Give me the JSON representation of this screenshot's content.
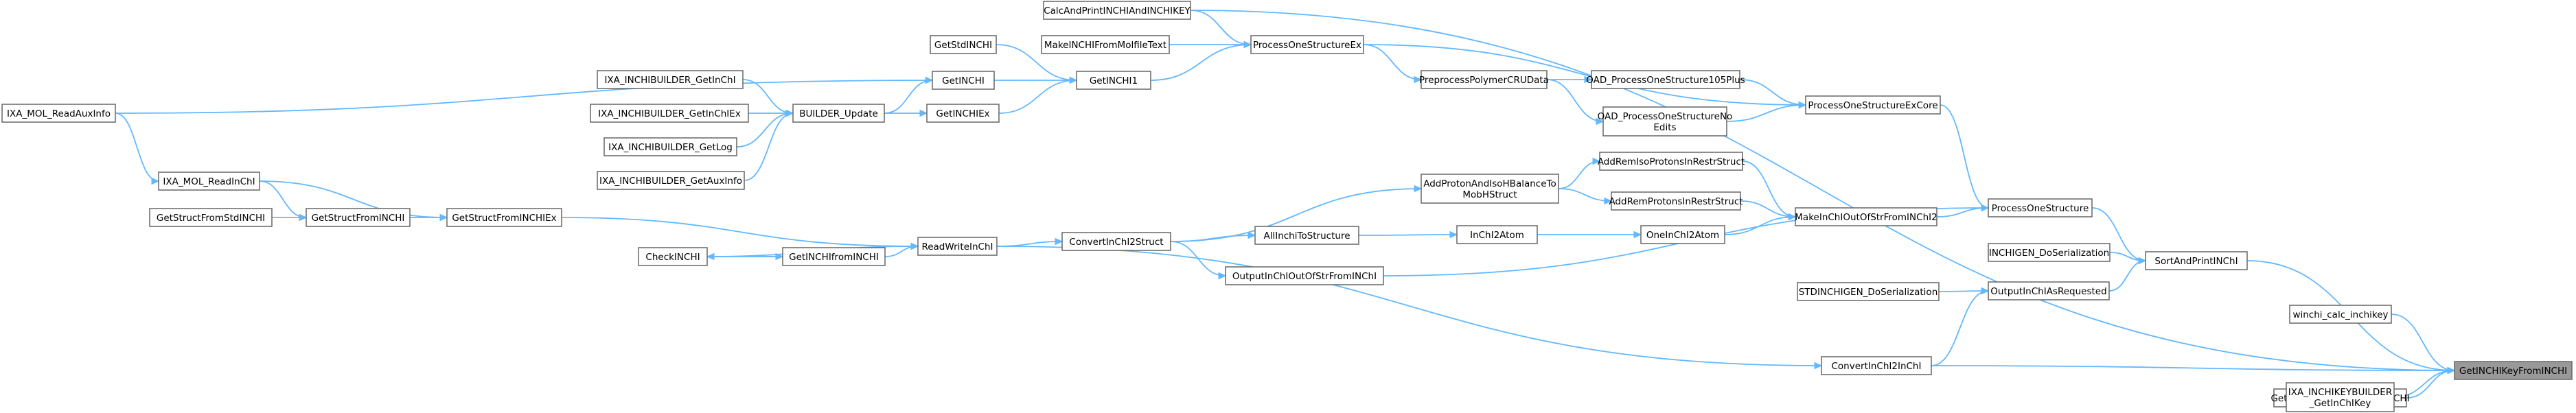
{
  "colors": {
    "edge": "#63b8ff",
    "node_border": "#666666",
    "root_fill": "#999999",
    "background": "#ffffff"
  },
  "nodes": {
    "GetINCHIKeyFromINCHI": "GetINCHIKeyFromINCHI",
    "winchi_calc_inchikey": "winchi_calc_inchikey",
    "GetStdINCHIKeyFromStdINCHI": "GetStdINCHIKeyFromStdINCHI",
    "IXA_INCHIKEYBUILDER_GetInChIKey": [
      "IXA_INCHIKEYBUILDER",
      "_GetInChIKey"
    ],
    "CalcAndPrintINCHIAndINCHIKEY": "CalcAndPrintINCHIAndINCHIKEY",
    "SortAndPrintINChI": "SortAndPrintINChI",
    "ConvertInChI2InChI": "ConvertInChI2InChI",
    "ProcessOneStructure": "ProcessOneStructure",
    "INCHIGEN_DoSerialization": "INCHIGEN_DoSerialization",
    "OutputInChIAsRequested": "OutputInChIAsRequested",
    "STDINCHIGEN_DoSerialization": "STDINCHIGEN_DoSerialization",
    "ProcessOneStructureExCore": "ProcessOneStructureExCore",
    "MakeInChIOutOfStrFromINChI2": "MakeInChIOutOfStrFromINChI2",
    "OAD_ProcessOneStructure105Plus": "OAD_ProcessOneStructure105Plus",
    "OAD_ProcessOneStructureNoEdits": [
      "OAD_ProcessOneStructureNo",
      "Edits"
    ],
    "ProcessOneStructureEx": "ProcessOneStructureEx",
    "PreprocessPolymerCRUData": "PreprocessPolymerCRUData",
    "AddRemIsoProtonsInRestrStruct": "AddRemIsoProtonsInRestrStruct",
    "AddRemProtonsInRestrStruct": "AddRemProtonsInRestrStruct",
    "OneInChI2Atom": "OneInChI2Atom",
    "InChI2Atom": "InChI2Atom",
    "AllInchiToStructure": "AllInchiToStructure",
    "AddProtonAndIsoHBalanceToMobHStruct": [
      "AddProtonAndIsoHBalanceTo",
      "MobHStruct"
    ],
    "ConvertInChI2Struct": "ConvertInChI2Struct",
    "OutputInChIOutOfStrFromINChI": "OutputInChIOutOfStrFromINChI",
    "ReadWriteInChI": "ReadWriteInChI",
    "GetINCHIfromINCHI": "GetINCHIfromINCHI",
    "CheckINCHI": "CheckINCHI",
    "GetStructFromINCHIEx": "GetStructFromINCHIEx",
    "GetStructFromINCHI": "GetStructFromINCHI",
    "GetStructFromStdINCHI": "GetStructFromStdINCHI",
    "IXA_MOL_ReadInChI": "IXA_MOL_ReadInChI",
    "IXA_MOL_ReadAuxInfo": "IXA_MOL_ReadAuxInfo",
    "MakeINCHIFromMolfileText": "MakeINCHIFromMolfileText",
    "GetINCHI1": "GetINCHI1",
    "GetStdINCHI": "GetStdINCHI",
    "GetINCHI": "GetINCHI",
    "GetINCHIEx": "GetINCHIEx",
    "BUILDER_Update": "BUILDER_Update",
    "IXA_INCHIBUILDER_GetInChI": "IXA_INCHIBUILDER_GetInChI",
    "IXA_INCHIBUILDER_GetInChIEx": "IXA_INCHIBUILDER_GetInChIEx",
    "IXA_INCHIBUILDER_GetLog": "IXA_INCHIBUILDER_GetLog",
    "IXA_INCHIBUILDER_GetAuxInfo": "IXA_INCHIBUILDER_GetAuxInfo"
  },
  "root": "GetINCHIKeyFromINCHI",
  "edges": [
    [
      "GetINCHIKeyFromINCHI",
      "winchi_calc_inchikey"
    ],
    [
      "GetINCHIKeyFromINCHI",
      "GetStdINCHIKeyFromStdINCHI"
    ],
    [
      "GetINCHIKeyFromINCHI",
      "IXA_INCHIKEYBUILDER_GetInChIKey"
    ],
    [
      "GetINCHIKeyFromINCHI",
      "CalcAndPrintINCHIAndINCHIKEY"
    ],
    [
      "GetINCHIKeyFromINCHI",
      "SortAndPrintINChI"
    ],
    [
      "GetINCHIKeyFromINCHI",
      "ConvertInChI2InChI"
    ],
    [
      "SortAndPrintINChI",
      "ProcessOneStructure"
    ],
    [
      "SortAndPrintINChI",
      "INCHIGEN_DoSerialization"
    ],
    [
      "SortAndPrintINChI",
      "OutputInChIAsRequested"
    ],
    [
      "OutputInChIAsRequested",
      "STDINCHIGEN_DoSerialization"
    ],
    [
      "OutputInChIAsRequested",
      "ConvertInChI2InChI"
    ],
    [
      "ConvertInChI2InChI",
      "ReadWriteInChI"
    ],
    [
      "ProcessOneStructure",
      "ProcessOneStructureExCore"
    ],
    [
      "ProcessOneStructure",
      "MakeInChIOutOfStrFromINChI2"
    ],
    [
      "ProcessOneStructure",
      "OutputInChIOutOfStrFromINChI"
    ],
    [
      "ProcessOneStructureExCore",
      "OAD_ProcessOneStructure105Plus"
    ],
    [
      "ProcessOneStructureExCore",
      "OAD_ProcessOneStructureNoEdits"
    ],
    [
      "ProcessOneStructureExCore",
      "ProcessOneStructureEx"
    ],
    [
      "OAD_ProcessOneStructure105Plus",
      "PreprocessPolymerCRUData"
    ],
    [
      "OAD_ProcessOneStructureNoEdits",
      "PreprocessPolymerCRUData"
    ],
    [
      "PreprocessPolymerCRUData",
      "ProcessOneStructureEx"
    ],
    [
      "ProcessOneStructureEx",
      "CalcAndPrintINCHIAndINCHIKEY"
    ],
    [
      "ProcessOneStructureEx",
      "MakeINCHIFromMolfileText"
    ],
    [
      "ProcessOneStructureEx",
      "GetINCHI1"
    ],
    [
      "MakeInChIOutOfStrFromINChI2",
      "AddRemIsoProtonsInRestrStruct"
    ],
    [
      "MakeInChIOutOfStrFromINChI2",
      "AddRemProtonsInRestrStruct"
    ],
    [
      "MakeInChIOutOfStrFromINChI2",
      "OneInChI2Atom"
    ],
    [
      "AddRemIsoProtonsInRestrStruct",
      "AddProtonAndIsoHBalanceToMobHStruct"
    ],
    [
      "AddRemProtonsInRestrStruct",
      "AddProtonAndIsoHBalanceToMobHStruct"
    ],
    [
      "AddProtonAndIsoHBalanceToMobHStruct",
      "ConvertInChI2Struct"
    ],
    [
      "OneInChI2Atom",
      "InChI2Atom"
    ],
    [
      "InChI2Atom",
      "AllInchiToStructure"
    ],
    [
      "AllInchiToStructure",
      "ConvertInChI2Struct"
    ],
    [
      "OutputInChIOutOfStrFromINChI",
      "ConvertInChI2Struct"
    ],
    [
      "ConvertInChI2Struct",
      "ReadWriteInChI"
    ],
    [
      "ReadWriteInChI",
      "GetINCHIfromINCHI"
    ],
    [
      "ReadWriteInChI",
      "GetStructFromINCHIEx"
    ],
    [
      "ReadWriteInChI",
      "CheckINCHI"
    ],
    [
      "GetINCHIfromINCHI",
      "CheckINCHI"
    ],
    [
      "CheckINCHI",
      "GetINCHIfromINCHI"
    ],
    [
      "GetStructFromINCHIEx",
      "GetStructFromINCHI"
    ],
    [
      "GetStructFromINCHIEx",
      "IXA_MOL_ReadInChI"
    ],
    [
      "GetStructFromINCHI",
      "GetStructFromStdINCHI"
    ],
    [
      "GetStructFromINCHI",
      "IXA_MOL_ReadInChI"
    ],
    [
      "IXA_MOL_ReadInChI",
      "IXA_MOL_ReadAuxInfo"
    ],
    [
      "GetINCHI1",
      "GetStdINCHI"
    ],
    [
      "GetINCHI1",
      "GetINCHI"
    ],
    [
      "GetINCHI1",
      "GetINCHIEx"
    ],
    [
      "GetINCHI",
      "IXA_MOL_ReadAuxInfo"
    ],
    [
      "GetINCHI",
      "BUILDER_Update"
    ],
    [
      "GetINCHIEx",
      "BUILDER_Update"
    ],
    [
      "BUILDER_Update",
      "IXA_INCHIBUILDER_GetInChI"
    ],
    [
      "BUILDER_Update",
      "IXA_INCHIBUILDER_GetInChIEx"
    ],
    [
      "BUILDER_Update",
      "IXA_INCHIBUILDER_GetLog"
    ],
    [
      "BUILDER_Update",
      "IXA_INCHIBUILDER_GetAuxInfo"
    ]
  ]
}
